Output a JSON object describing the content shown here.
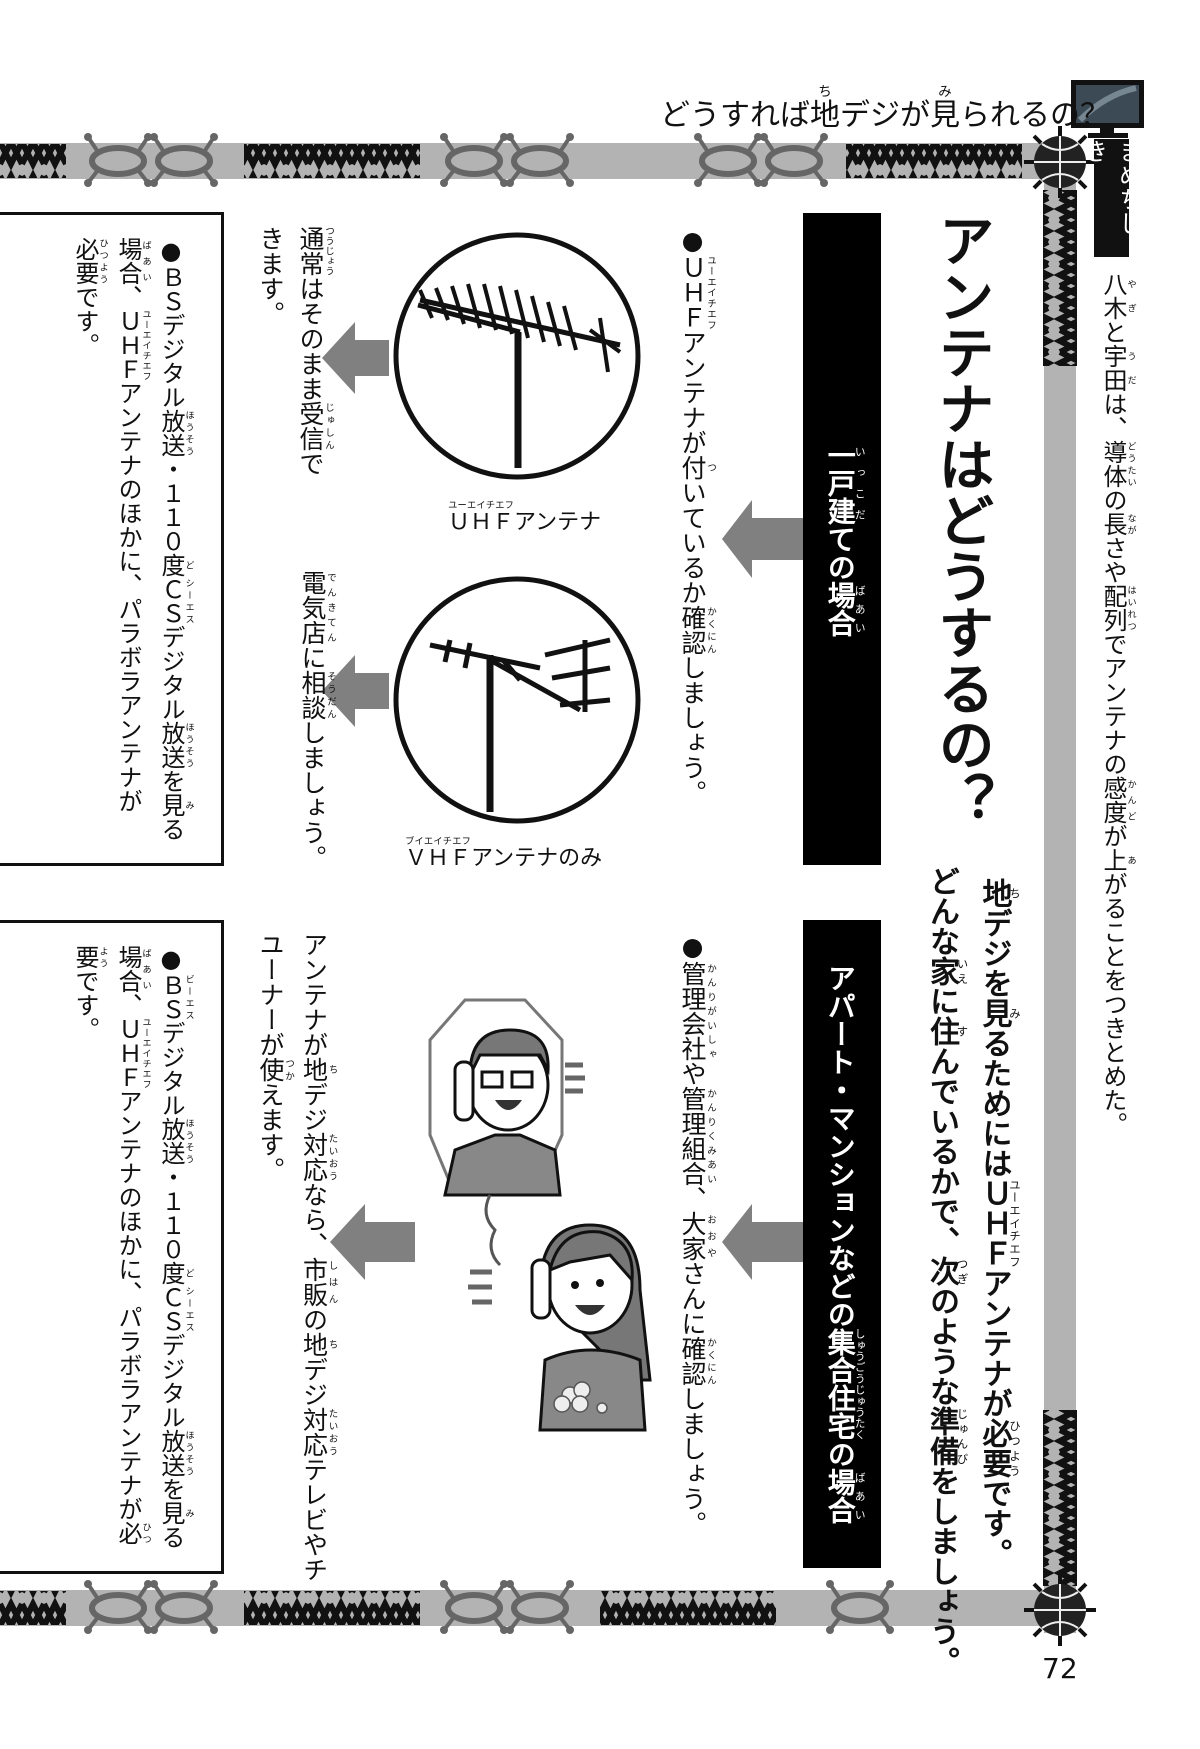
{
  "header": {
    "title": [
      [
        "どうすれば",
        [
          "地",
          "ち"
        ],
        "デジが",
        [
          "見",
          "み"
        ],
        "られるの？"
      ]
    ]
  },
  "sidebar": {
    "label": "まめちしき",
    "text": [
      [
        [
          "八木",
          "やぎ"
        ],
        "と",
        [
          "宇田",
          "うだ"
        ],
        "は、",
        [
          "導体",
          "どうたい"
        ],
        "の",
        [
          "長",
          "なが"
        ],
        "さや",
        [
          "配列",
          "はいれつ"
        ],
        "でアンテナの",
        [
          "感度",
          "かんど"
        ],
        "が",
        [
          "上",
          "あ"
        ],
        "がることをつきとめた。"
      ]
    ]
  },
  "main": {
    "title": [
      [
        "アンテナはどうするの？"
      ]
    ],
    "subtitle": [
      [
        [
          "地",
          "ち"
        ],
        "デジを",
        [
          "見",
          "み"
        ],
        "るためには",
        [
          "ＵＨＦ",
          "ユーエイチエフ"
        ],
        "アンテナが",
        [
          "必要",
          "ひつよう"
        ],
        "です。"
      ],
      [
        "どんな",
        [
          "家",
          "いえ"
        ],
        "に",
        [
          "住",
          "す"
        ],
        "んでいるかで、",
        [
          "次",
          "つぎ"
        ],
        "のような",
        [
          "準備",
          "じゅんび"
        ],
        "をしましょう。"
      ]
    ]
  },
  "house": {
    "heading": [
      [
        [
          "一戸建",
          "いっこだ"
        ],
        "ての",
        [
          "場合",
          "ばあい"
        ]
      ]
    ],
    "check": [
      [
        "●",
        [
          "ＵＨＦ",
          "ユーエイチエフ"
        ],
        "アンテナが",
        [
          "付",
          "つ"
        ],
        "いているか",
        [
          "確認",
          "かくにん"
        ],
        "しましょう。"
      ]
    ],
    "uhf_label": [
      [
        [
          "ＵＨＦ",
          "ユーエイチエフ"
        ],
        "アンテナ"
      ]
    ],
    "vhf_label": [
      [
        [
          "ＶＨＦ",
          "ブイエイチエフ"
        ],
        "アンテナのみ"
      ]
    ],
    "uhf_result": [
      [
        [
          "通常",
          "つうじょう"
        ],
        "はそのまま",
        [
          "受信",
          "じゅしん"
        ],
        "で"
      ],
      [
        "きます。"
      ]
    ],
    "vhf_result": [
      [
        [
          "電気店",
          "でんきてん"
        ],
        "に",
        [
          "相談",
          "そうだん"
        ],
        "しましょう。"
      ]
    ],
    "note": [
      [
        "●ＢＳデジタル",
        [
          "放送",
          "ほうそう"
        ],
        "・１１０",
        [
          "度",
          "ど"
        ],
        [
          "ＣＳ",
          "シーエス"
        ],
        "デジタル",
        [
          "放送",
          "ほうそう"
        ],
        "を",
        [
          "見",
          "み"
        ],
        "る"
      ],
      [
        [
          "場合",
          "ばあい"
        ],
        "、",
        [
          "ＵＨＦ",
          "ユーエイチエフ"
        ],
        "アンテナのほかに、パラボラアンテナが"
      ],
      [
        [
          "必要",
          "ひつよう"
        ],
        "です。"
      ]
    ]
  },
  "apartment": {
    "heading": [
      [
        "アパート・マンションなどの",
        [
          "集合住宅",
          "しゅうごうじゅうたく"
        ],
        "の",
        [
          "場合",
          "ばあい"
        ]
      ]
    ],
    "check": [
      [
        "●",
        [
          "管理会社",
          "かんりがいしゃ"
        ],
        "や",
        [
          "管理組合",
          "かんりくみあい"
        ],
        "、",
        [
          "大家",
          "おおや"
        ],
        "さんに",
        [
          "確認",
          "かくにん"
        ],
        "しましょう。"
      ]
    ],
    "result": [
      [
        "アンテナが",
        [
          "地",
          "ち"
        ],
        "デジ",
        [
          "対応",
          "たいおう"
        ],
        "なら、",
        [
          "市販",
          "しはん"
        ],
        "の",
        [
          "地",
          "ち"
        ],
        "デジ",
        [
          "対応",
          "たいおう"
        ],
        "テレビやチ"
      ],
      [
        "ユーナーが",
        [
          "使",
          "つか"
        ],
        "えます。"
      ]
    ],
    "note": [
      [
        "●",
        [
          "ＢＳ",
          "ビーエス"
        ],
        "デジタル",
        [
          "放送",
          "ほうそう"
        ],
        "・１１０",
        [
          "度",
          "ど"
        ],
        [
          "ＣＳ",
          "シーエス"
        ],
        "デジタル",
        [
          "放送",
          "ほうそう"
        ],
        "を",
        [
          "見",
          "み"
        ],
        "る"
      ],
      [
        [
          "場合",
          "ばあい"
        ],
        "、",
        [
          "ＵＨＦ",
          "ユーエイチエフ"
        ],
        "アンテナのほかに、パラボラアンテナが",
        [
          "必",
          "ひつ"
        ]
      ],
      [
        [
          "要",
          "よう"
        ],
        "です。"
      ]
    ]
  },
  "page_number": "72",
  "colors": {
    "band": "#b3b3b3",
    "arrow": "#808080",
    "ink": "#111111"
  }
}
